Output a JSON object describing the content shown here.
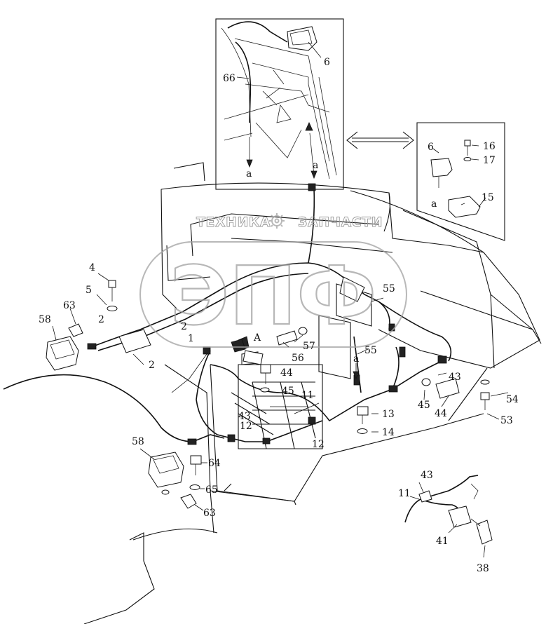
{
  "watermark": {
    "left_text": "ТЕХНИКА",
    "right_text": "ЗАПЧАСТИ",
    "logo_text": "ЭПФ"
  },
  "callouts": {
    "n6_top": "6",
    "n66": "66",
    "a_left": "a",
    "a_right": "a",
    "n6_inset": "6",
    "a_inset": "a",
    "n16": "16",
    "n17": "17",
    "n15_inset": "15",
    "n4": "4",
    "n5": "5",
    "n63_top": "63",
    "n58_top": "58",
    "n2_a": "2",
    "n2_b": "2",
    "n2_c": "2",
    "n1": "1",
    "view_A": "A",
    "n57": "57",
    "n56": "56",
    "n55_a": "55",
    "n55_b": "55",
    "a_mid": "a",
    "n44_a": "44",
    "n45_a": "45",
    "n11": "11",
    "n43_a": "43",
    "n45_b": "45",
    "n44_b": "44",
    "n54": "54",
    "n53": "53",
    "n13": "13",
    "n14": "14",
    "n12_a": "12",
    "n12_b": "12",
    "n43_mid": "43",
    "n58_bottom": "58",
    "n64": "64",
    "n65": "65",
    "n63_bottom": "63",
    "n43_b": "43",
    "n11_b": "11",
    "n41": "41",
    "n38": "38"
  }
}
